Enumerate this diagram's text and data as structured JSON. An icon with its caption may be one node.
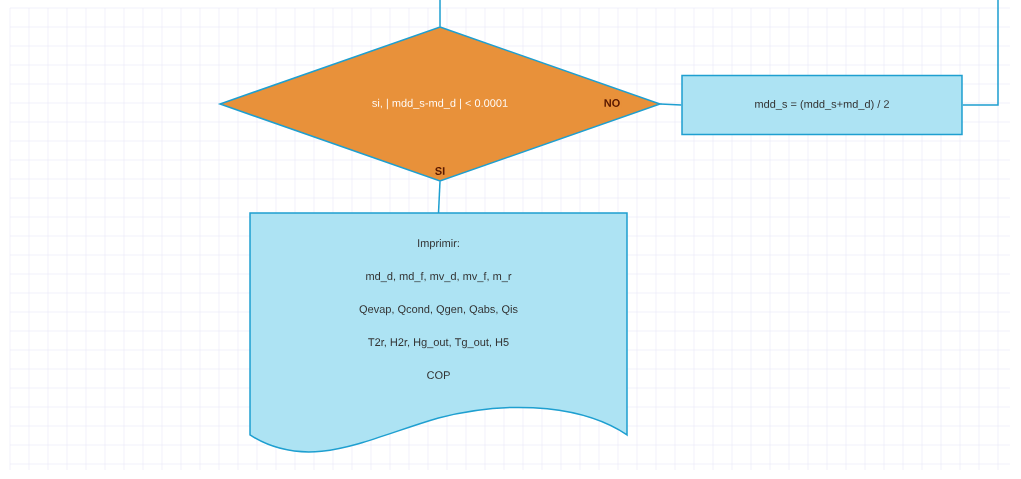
{
  "diagram": {
    "nodes": [
      {
        "text": [
          "si, | mdd_s-md_d | < 0.0001"
        ]
      },
      {
        "text": [
          "mdd_s = (mdd_s+md_d) / 2"
        ]
      },
      {
        "text": [
          "Imprimir:",
          "md_d, md_f, mv_d, mv_f, m_r",
          "Qevap, Qcond, Qgen, Qabs, Qis",
          "T2r, H2r, Hg_out, Tg_out, H5",
          "COP"
        ]
      }
    ],
    "edges": [
      {
        "from": null,
        "to": 0,
        "arrow": "none"
      },
      {
        "from": 0,
        "to": 1,
        "arrow": "none",
        "label": "NO"
      },
      {
        "from": 1,
        "to": null,
        "arrow": "none"
      },
      {
        "from": 0,
        "to": 2,
        "arrow": "none",
        "label": "SI"
      }
    ]
  }
}
